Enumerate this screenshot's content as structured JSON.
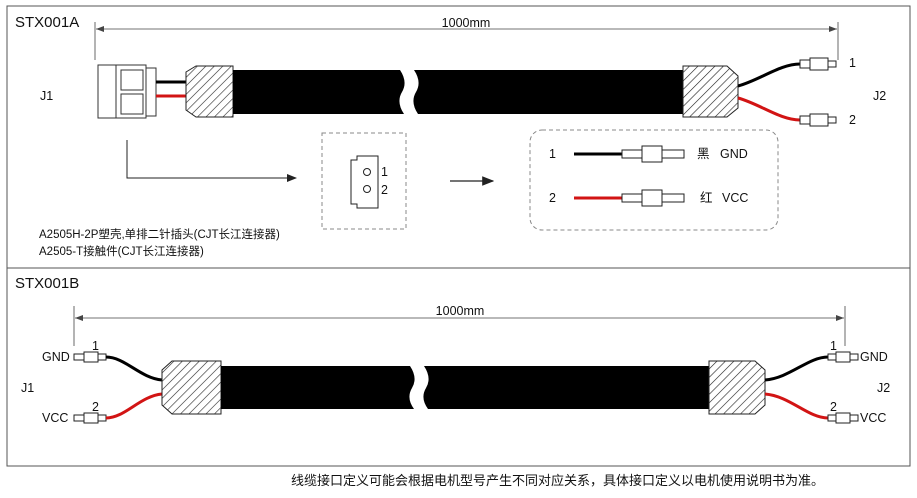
{
  "panel_a": {
    "title": "STX001A",
    "length": "1000mm",
    "end_left": "J1",
    "end_right": "J2",
    "wire_black_num": "1",
    "wire_red_num": "2",
    "connector_pin_1": "1",
    "connector_pin_2": "2",
    "part_line1": "A2505H-2P塑壳,单排二针插头(CJT长江连接器)",
    "part_line2": "A2505-T接触件(CJT长江连接器)",
    "legend": [
      {
        "num": "1",
        "color_name": "黑",
        "signal": "GND",
        "color": "#000000"
      },
      {
        "num": "2",
        "color_name": "红",
        "signal": "VCC",
        "color": "#d21414"
      }
    ]
  },
  "panel_b": {
    "title": "STX001B",
    "length": "1000mm",
    "end_left": "J1",
    "end_right": "J2",
    "left_gnd_label": "GND",
    "left_vcc_label": "VCC",
    "right_gnd_label": "GND",
    "right_vcc_label": "VCC",
    "wire_black_num": "1",
    "wire_red_num": "2"
  },
  "footnote": "线缆接口定义可能会根据电机型号产生不同对应关系，具体接口定义以电机使用说明书为准。",
  "colors": {
    "black_wire": "#000000",
    "red_wire": "#d21414"
  }
}
